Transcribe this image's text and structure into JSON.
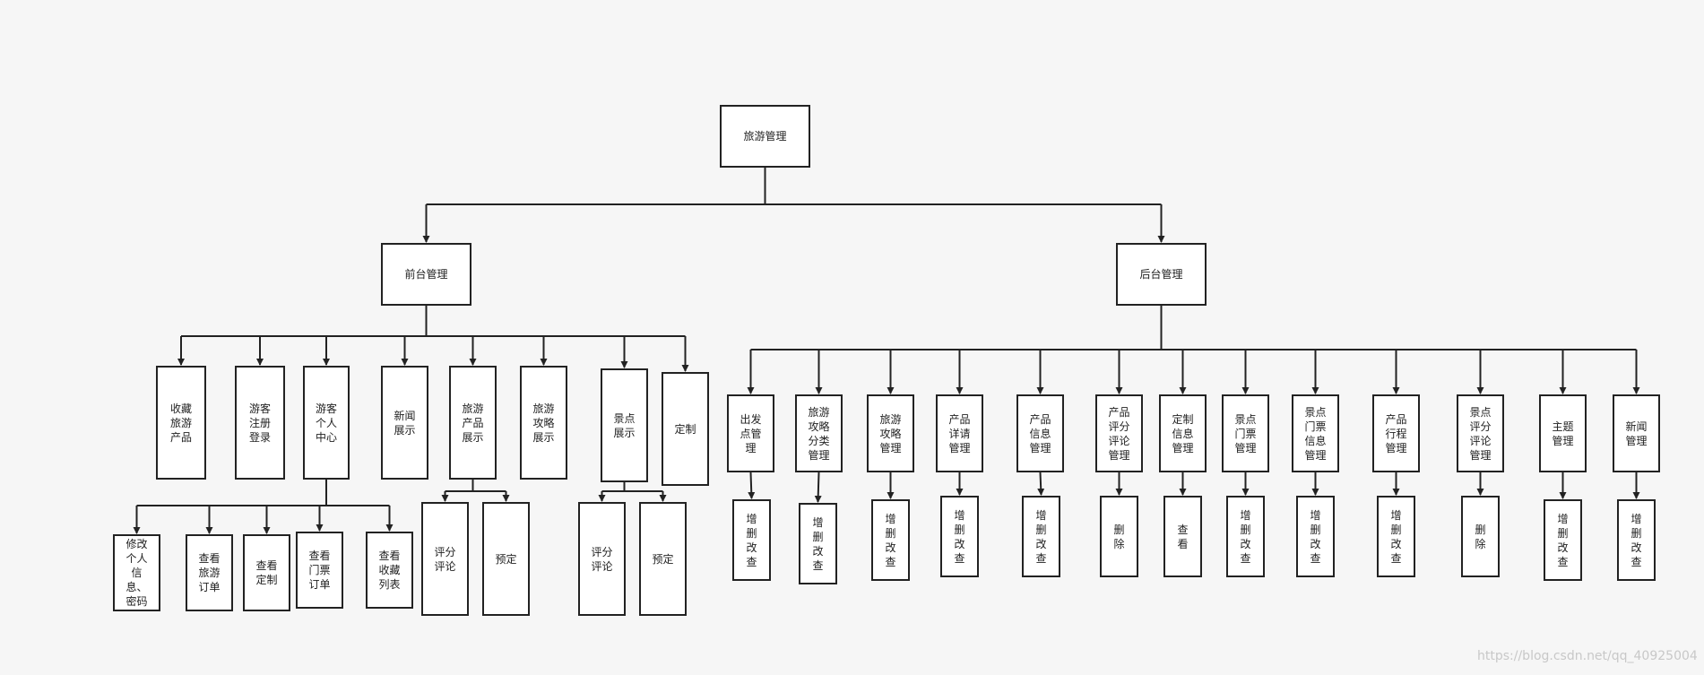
{
  "nodes": {
    "root": "旅游管理",
    "front": "前台管理",
    "back": "后台管理",
    "f1": "收藏\n旅游\n产品",
    "f2": "游客\n注册\n登录",
    "f3": "游客\n个人\n中心",
    "f4": "新闻\n展示",
    "f5": "旅游\n产品\n展示",
    "f6": "旅游\n攻略\n展示",
    "f7": "景点\n展示",
    "f8": "定制",
    "f3a": "修改\n个人\n信\n息、\n密码",
    "f3b": "查看\n旅游\n订单",
    "f3c": "查看\n定制",
    "f3d": "查看\n门票\n订单",
    "f3e": "查看\n收藏\n列表",
    "f5a": "评分\n评论",
    "f5b": "预定",
    "f7a": "评分\n评论",
    "f7b": "预定",
    "b1": "出发\n点管\n理",
    "b2": "旅游\n攻略\n分类\n管理",
    "b3": "旅游\n攻略\n管理",
    "b4": "产品\n详请\n管理",
    "b5": "产品\n信息\n管理",
    "b6": "产品\n评分\n评论\n管理",
    "b7": "定制\n信息\n管理",
    "b8": "景点\n门票\n管理",
    "b9": "景点\n门票\n信息\n管理",
    "b10": "产品\n行程\n管理",
    "b11": "景点\n评分\n评论\n管理",
    "b12": "主题\n管理",
    "b13": "新闻\n管理",
    "b1c": "增\n删\n改\n查",
    "b2c": "增\n删\n改\n查",
    "b3c": "增\n删\n改\n查",
    "b4c": "增\n删\n改\n查",
    "b5c": "增\n删\n改\n查",
    "b6c": "删\n除",
    "b7c": "查\n看",
    "b8c": "增\n删\n改\n查",
    "b9c": "增\n删\n改\n查",
    "b10c": "增\n删\n改\n查",
    "b11c": "删\n除",
    "b12c": "增\n删\n改\n查",
    "b13c": "增\n删\n改\n查"
  },
  "watermark": "https://blog.csdn.net/qq_40925004",
  "colors": {
    "stroke": "#222222",
    "box_fill": "#ffffff",
    "background": "#f6f6f6"
  }
}
